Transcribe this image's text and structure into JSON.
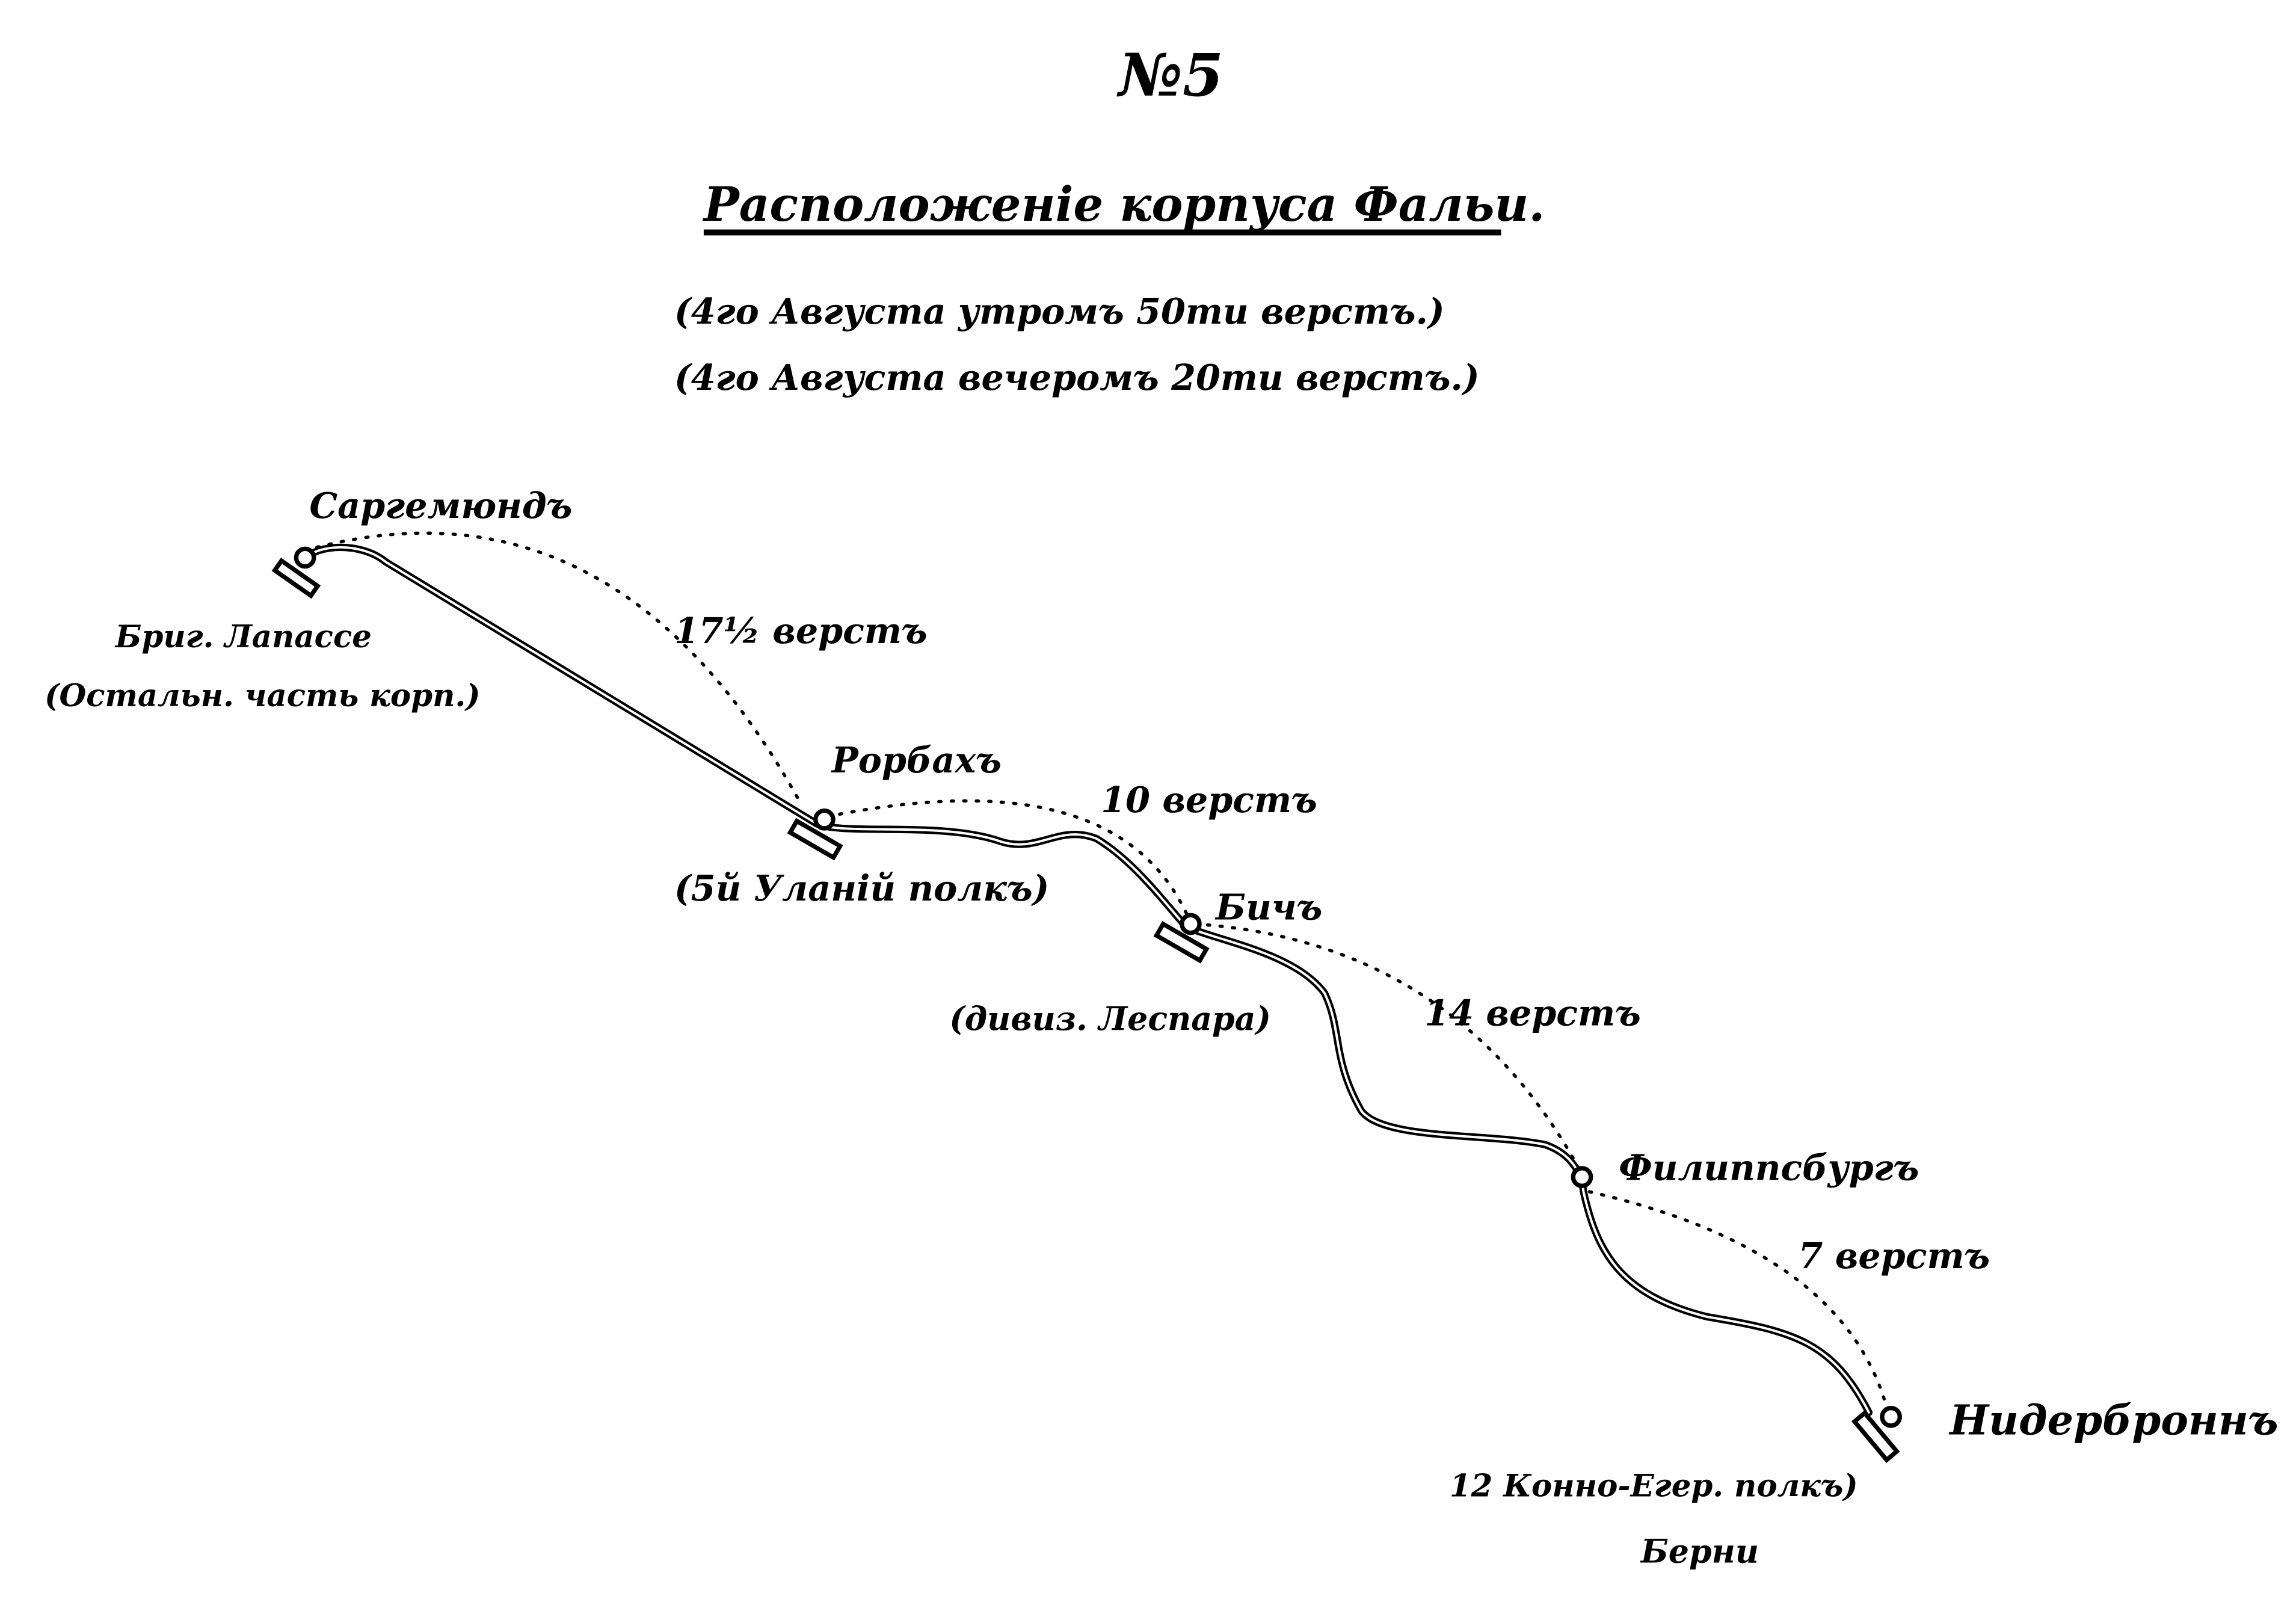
{
  "header": {
    "number": "№5",
    "title": "Расположеніе корпуса Фальи.",
    "subtitle_morning": "(4го Августа утромъ 50ти верстъ.)",
    "subtitle_evening": "(4го Августа вечеромъ 20ти верстъ.)"
  },
  "towns": [
    {
      "name": "Саргемюндъ",
      "unit_lines": [
        "Бриг. Лапассе",
        "(Остальн. часть корп.)"
      ]
    },
    {
      "name": "Рорбахъ",
      "unit_lines": [
        "(5й Уланiй полкъ)"
      ]
    },
    {
      "name": "Бичъ",
      "unit_lines": [
        "(дивиз. Леспара)"
      ]
    },
    {
      "name": "Филиппсбургъ",
      "unit_lines": []
    },
    {
      "name": "Нидерброннъ",
      "unit_lines": [
        "12 Конно-Егер. полкъ)",
        "Берни"
      ]
    }
  ],
  "distances": [
    "17½ верстъ",
    "10 верстъ",
    "14 верстъ",
    "7 верстъ"
  ]
}
